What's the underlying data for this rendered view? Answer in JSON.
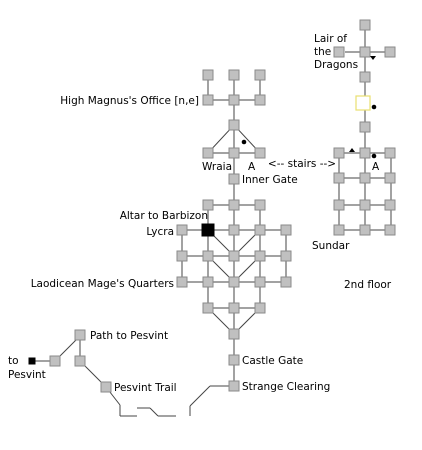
{
  "map": {
    "labels": {
      "lair": "Lair of",
      "lair2": "the",
      "lair3": "Dragons",
      "high_magnus": "High Magnus's Office [n,e]",
      "wraia": "Wraia",
      "a_left": "A",
      "stairs": "<-- stairs -->",
      "a_right": "A",
      "inner_gate": "Inner Gate",
      "altar": "Altar to Barbizon",
      "lycra": "Lycra",
      "sundar": "Sundar",
      "laodicean": "Laodicean Mage's Quarters",
      "second_floor": "2nd floor",
      "path_pesvint": "Path to Pesvint",
      "to": "to",
      "pesvint": "Pesvint",
      "castle_gate": "Castle Gate",
      "pesvint_trail": "Pesvint Trail",
      "strange_clearing": "Strange Clearing"
    },
    "colors": {
      "room_fill": "#c0c0c0",
      "room_border": "#8a8a8a",
      "current_room": "#000000",
      "highlight_room": "#e8e070"
    }
  }
}
